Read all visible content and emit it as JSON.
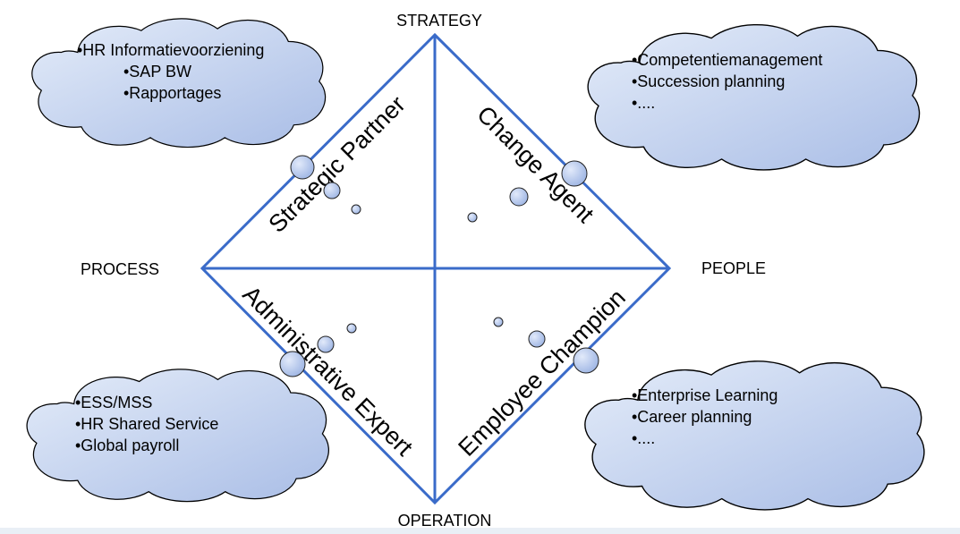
{
  "axes": {
    "top": "STRATEGY",
    "bottom": "OPERATION",
    "left": "PROCESS",
    "right": "PEOPLE"
  },
  "roles": {
    "top_left": "Strategic Partner",
    "top_right": "Change Agent",
    "bottom_left": "Administrative Expert",
    "bottom_right": "Employee Champion"
  },
  "clouds": {
    "top_left": {
      "line1": "•HR Informatievoorziening",
      "line2": "•SAP BW",
      "line3": "•Rapportages"
    },
    "top_right": {
      "line1": "•Competentiemanagement",
      "line2": "•Succession planning",
      "line3": "•...."
    },
    "bottom_left": {
      "line1": "•ESS/MSS",
      "line2": "•HR Shared Service",
      "line3": "•Global payroll"
    },
    "bottom_right": {
      "line1": "•Enterprise Learning",
      "line2": "•Career planning",
      "line3": "•...."
    }
  },
  "colors": {
    "diamond_stroke": "#3a6bc9",
    "cloud_fill_light": "#e4ecf9",
    "cloud_fill_dark": "#a9bde6",
    "cloud_stroke": "#000000",
    "bubble_fill": "#b4c6ec"
  }
}
